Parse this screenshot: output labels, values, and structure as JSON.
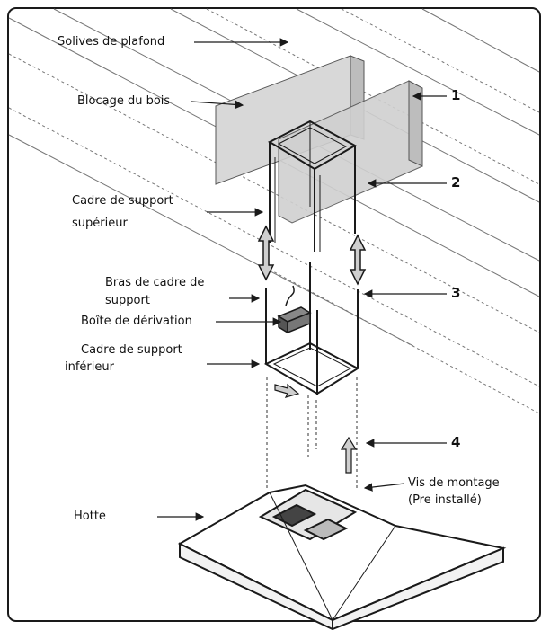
{
  "labels": {
    "joists": "Solives de plafond",
    "blocking": "Blocage du bois",
    "upper_frame_1": "Cadre de support",
    "upper_frame_2": "supérieur",
    "arm_1": "Bras de cadre de",
    "arm_2": "support",
    "junction_box": "Boîte de dérivation",
    "lower_frame_1": "Cadre de support",
    "lower_frame_2": "inférieur",
    "hood": "Hotte",
    "screws_1": "Vis de montage",
    "screws_2": "(Pre installé)"
  },
  "steps": [
    "1",
    "2",
    "3",
    "4"
  ],
  "colors": {
    "line": "#1a1a1a",
    "wood": "#d8d8d8",
    "wood_dark": "#bdbdbd",
    "arrow": "#cfcfcf"
  }
}
